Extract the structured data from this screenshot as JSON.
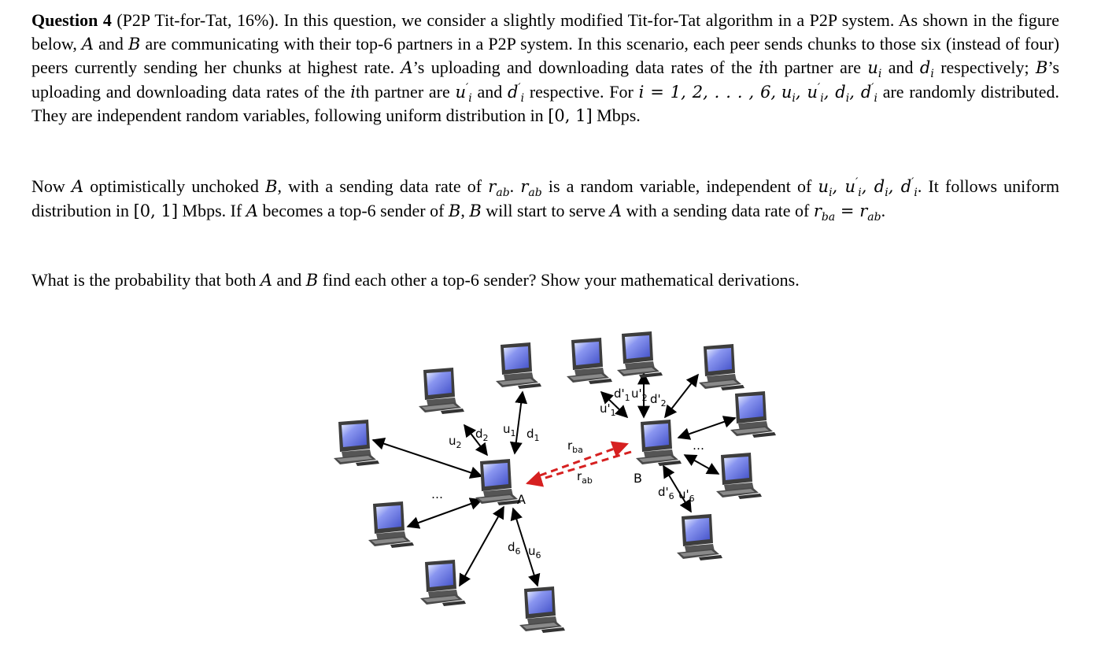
{
  "question": {
    "heading": "Question 4",
    "heading_paren": "(P2P Tit-for-Tat, 16%).",
    "p1": {
      "s1": "In this question, we consider a slightly modified Tit-for-Tat algorithm in a P2P system. As shown in the figure below,",
      "s2": "and",
      "s3": "are communicating with their top-6 partners in a P2P system. In this scenario, each peer sends chunks to those six (instead of four) peers currently sending her chunks at highest rate.",
      "s4": "’s uploading and downloading data rates of the",
      "s5": "th partner are",
      "s6": "and",
      "s7": "respectively;",
      "s8": "’s uploading and downloading data rates of the",
      "s9": "th partner are",
      "s10": "and",
      "s11": "respective. For",
      "s12": "are randomly distributed. They are independent random variables, following uniform distribution in",
      "s13": "Mbps."
    },
    "p2": {
      "s1": "Now",
      "s2": "optimistically unchoked",
      "s3": ", with a sending data rate of",
      "s4": "is a random variable, independent of",
      "s5": ". It follows uniform distribution in",
      "s6": "Mbps. If",
      "s7": "becomes a top-6 sender of",
      "s8": ",",
      "s9": "will start to serve",
      "s10": "with a sending data rate of"
    },
    "p3": {
      "s1": "What is the probability that both",
      "s2": "and",
      "s3": "find each other a top-6 sender? Show your mathematical derivations."
    },
    "math": {
      "A": "A",
      "B": "B",
      "i": "i",
      "ui": "u",
      "di": "d",
      "sub_i": "i",
      "prime": "′",
      "range": "i = 1, 2, . . . , 6,",
      "vars": "u",
      "interval": "[0, 1]",
      "r": "r",
      "sub_ab": "ab",
      "sub_ba": "ba",
      "period": ".",
      "eq": "="
    }
  },
  "figure": {
    "labels": {
      "d2": "d",
      "d2_sub": "2",
      "u2": "u",
      "u2_sub": "2",
      "u1": "u",
      "u1_sub": "1",
      "d1": "d",
      "d1_sub": "1",
      "d6": "d",
      "d6_sub": "6",
      "u6": "u",
      "u6_sub": "6",
      "A": "A",
      "B": "B",
      "rba": "r",
      "rba_sub": "ba",
      "rab": "r",
      "rab_sub": "ab",
      "dp1": "d'",
      "dp1_sub": "1",
      "up2": "u'",
      "up2_sub": "2",
      "dp2": "d'",
      "dp2_sub": "2",
      "up1": "u'",
      "up1_sub": "1",
      "dp6": "d'",
      "dp6_sub": "6",
      "up6": "u'",
      "up6_sub": "6",
      "dots_left": "…",
      "dots_right": "…"
    },
    "colors": {
      "screen": "#6c78e6",
      "dashed_arrow": "#d62020"
    },
    "icons": [
      "computer-icon"
    ]
  }
}
